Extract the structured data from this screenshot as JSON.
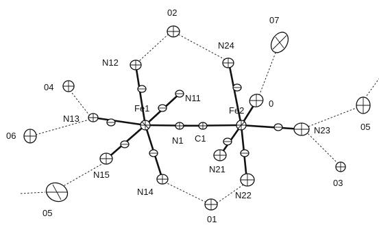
{
  "figure": {
    "atoms": [
      {
        "id": "fe1",
        "label": "Fe1"
      },
      {
        "id": "fe2",
        "label": "Fe2"
      },
      {
        "id": "n1",
        "label": "N1"
      },
      {
        "id": "c1",
        "label": "C1"
      },
      {
        "id": "n11",
        "label": "N11"
      },
      {
        "id": "n12",
        "label": "N12"
      },
      {
        "id": "n13",
        "label": "N13"
      },
      {
        "id": "n14",
        "label": "N14"
      },
      {
        "id": "n15",
        "label": "N15"
      },
      {
        "id": "n21",
        "label": "N21"
      },
      {
        "id": "n22",
        "label": "N22"
      },
      {
        "id": "n23",
        "label": "N23"
      },
      {
        "id": "n24",
        "label": "N24"
      },
      {
        "id": "o",
        "label": "0"
      },
      {
        "id": "o1",
        "label": "01"
      },
      {
        "id": "o2",
        "label": "02"
      },
      {
        "id": "o3",
        "label": "03"
      },
      {
        "id": "o4",
        "label": "04"
      },
      {
        "id": "o5a",
        "label": "05"
      },
      {
        "id": "o5b",
        "label": "05"
      },
      {
        "id": "o6",
        "label": "06"
      },
      {
        "id": "o7",
        "label": "07"
      }
    ]
  }
}
